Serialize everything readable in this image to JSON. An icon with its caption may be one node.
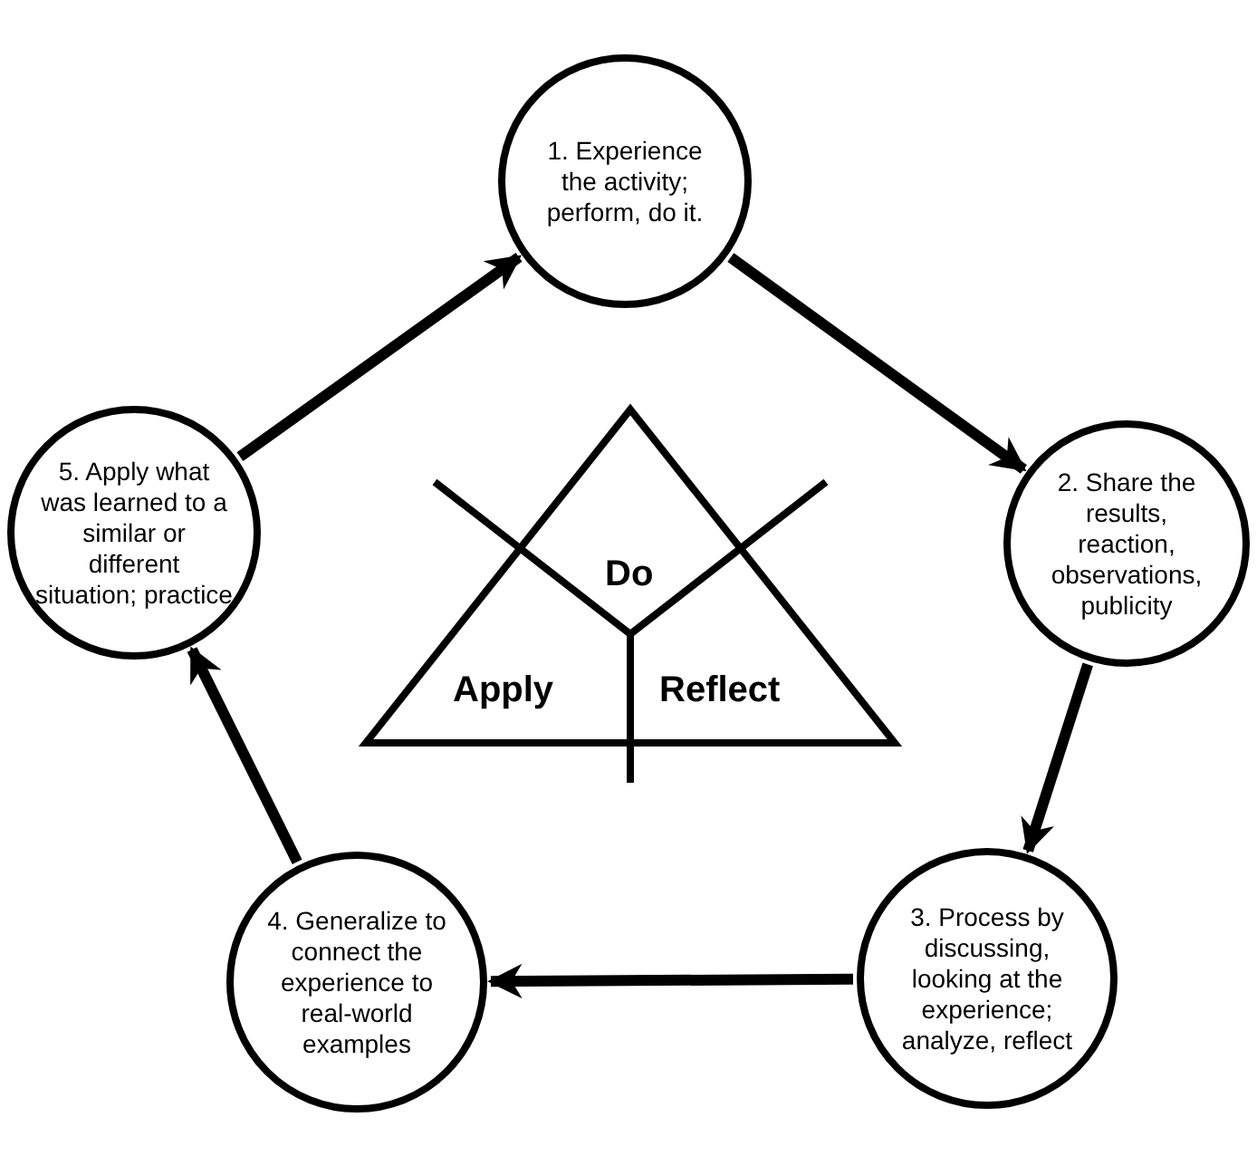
{
  "diagram": {
    "nodes": [
      {
        "text": [
          "1. Experience the activity; perform, do it."
        ]
      },
      {
        "text": [
          "2. Share the results, reaction, observations, publicity"
        ]
      },
      {
        "text": [
          "3. Process by discussing, looking at the experience; analyze, reflect"
        ]
      },
      {
        "text": [
          "4. Generalize to connect the experience to real-world examples"
        ]
      },
      {
        "text": [
          "5. Apply what was learned to a similar or different situation; practice"
        ]
      },
      {
        "text": [
          "Do",
          "Apply",
          "Reflect"
        ]
      }
    ],
    "edges": [
      {
        "from": 0,
        "to": 1,
        "arrow": "to"
      },
      {
        "from": 1,
        "to": 2,
        "arrow": "to"
      },
      {
        "from": 2,
        "to": 3,
        "arrow": "to"
      },
      {
        "from": 3,
        "to": 4,
        "arrow": "to"
      },
      {
        "from": 4,
        "to": 0,
        "arrow": "to"
      }
    ]
  }
}
